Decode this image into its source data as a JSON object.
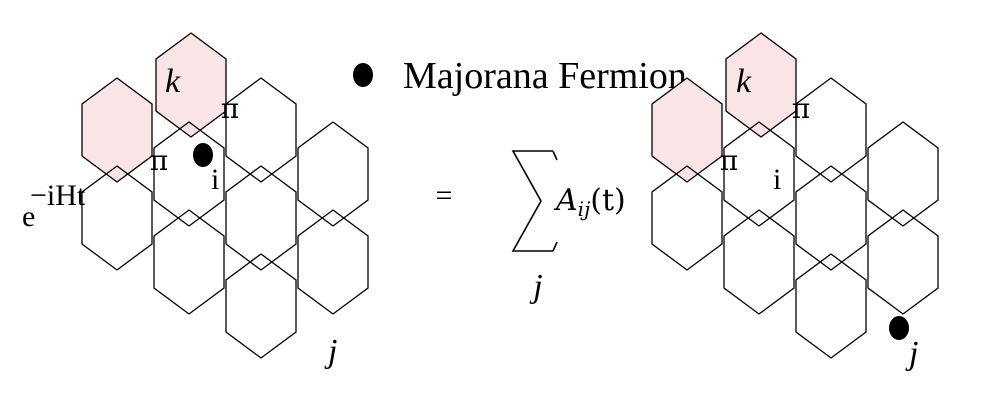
{
  "legend": {
    "marker_label": "Majorana Fermion",
    "marker_color": "#000000"
  },
  "lhs": {
    "operator_base": "e",
    "operator_exponent": "−iHt",
    "flux_labels": [
      "π",
      "π"
    ],
    "site_labels": {
      "i": "i",
      "k": "k",
      "j": "j"
    }
  },
  "equation": {
    "equals": "=",
    "sum_index": "j",
    "coefficient_base": "A",
    "coefficient_subscript": "ij",
    "coefficient_arg": "(t)"
  },
  "rhs": {
    "flux_labels": [
      "π",
      "π"
    ],
    "site_labels": {
      "i": "i",
      "k": "k",
      "j": "j"
    }
  },
  "colors": {
    "flux_fill": "#f9e4e6",
    "edge": "#000000",
    "background": "#ffffff"
  }
}
